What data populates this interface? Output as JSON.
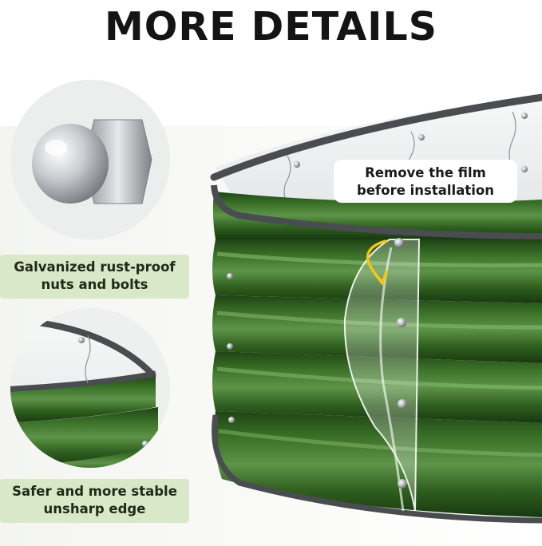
{
  "header": {
    "title": "MORE DETAILS"
  },
  "callout": {
    "line1": "Remove the film",
    "line2": "before installation"
  },
  "labels": {
    "nuts_line1": "Galvanized rust-proof",
    "nuts_line2": "nuts and bolts",
    "edge_line1": "Safer and more stable",
    "edge_line2": "unsharp edge"
  },
  "colors": {
    "accent_yellow": "#f3c613",
    "bed_green": "#2d5a1e",
    "label_bg": "#d9e8c8",
    "trim_gray": "#4a4d4f"
  }
}
